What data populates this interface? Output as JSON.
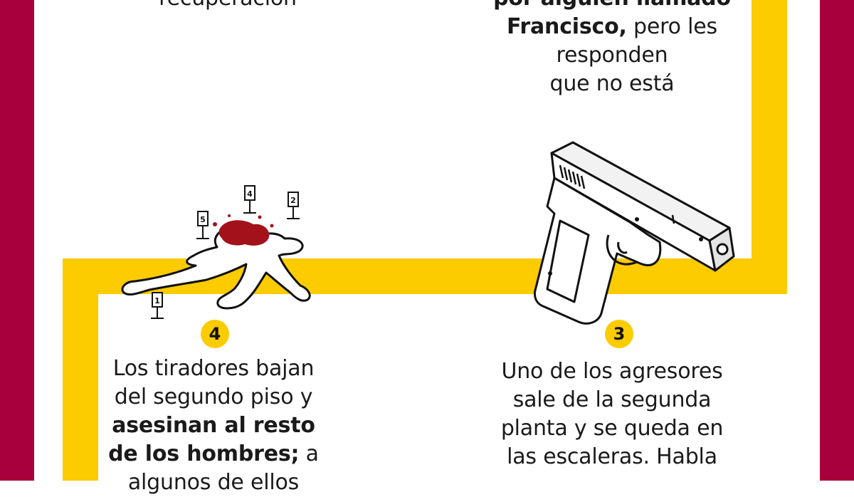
{
  "colors": {
    "frame": "#a8003c",
    "path": "#fccb00",
    "blood": "#a3111b",
    "text": "#1a1a1a"
  },
  "top_left_fragment": "recuperación",
  "top_right": {
    "line1_bold": "por alguien llamado",
    "line2_bold": "Francisco,",
    "line2_rest": " pero les",
    "line3": "responden",
    "line4": "que no está"
  },
  "step3": {
    "number": "3",
    "lines": [
      "Uno de los agresores",
      "sale de la segunda",
      "planta y se queda en",
      "las escaleras. Habla"
    ]
  },
  "step4": {
    "number": "4",
    "line1": "Los tiradores bajan",
    "line2": "del segundo piso y",
    "line3_bold": "asesinan al resto",
    "line4_bold": "de los hombres;",
    "line4_rest": " a",
    "line5_partial": "algunos de ellos"
  },
  "evidence_markers": [
    "5",
    "4",
    "2",
    "1"
  ],
  "icons": {
    "crime_scene": "body-outline-icon",
    "weapon": "pistol-icon"
  }
}
